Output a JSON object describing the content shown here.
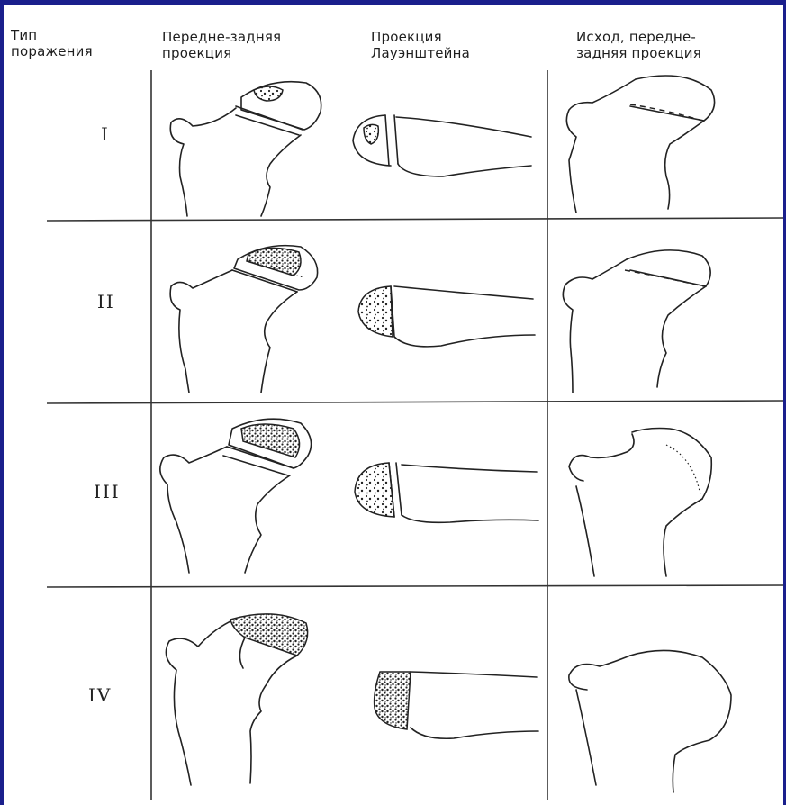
{
  "headers": {
    "type": "Тип\nпоражения",
    "ap": "Передне-задняя\nпроекция",
    "lauenstein": "Проекция\nЛауэнштейна",
    "outcome": "Исход, передне-\nзадняя проекция"
  },
  "rows": [
    {
      "label": "I"
    },
    {
      "label": "II"
    },
    {
      "label": "III"
    },
    {
      "label": "IV"
    }
  ],
  "colors": {
    "ink": "#222222",
    "frame": "#1a1f8c",
    "background": "#ffffff"
  }
}
